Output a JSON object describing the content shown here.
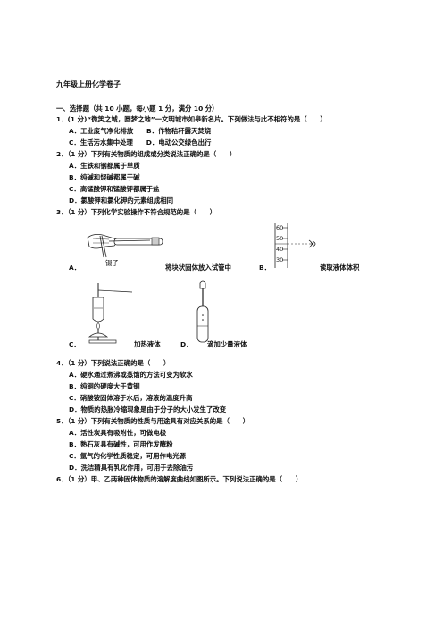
{
  "title": "九年级上册化学卷子",
  "section": "一、选择题（共 10 小题，每小题 1 分，满分 10 分）",
  "q1": {
    "stem": "1．(1 分)“微笑之城，圆梦之地”一文明城市如皋新名片。下列做法与此不相符的是（　　）",
    "opt_ab": "A．工业废气净化排放　　B．作物秸秆露天焚烧",
    "opt_cd": "C．生活污水集中处理　　D．电动公交绿色出行"
  },
  "q2": {
    "stem": "2．（1 分）下列有关物质的组成或分类说法正确的是（　　）",
    "a": "A．生铁和钢都属于单质",
    "b": "B．纯碱和烧碱都属于碱",
    "c": "C．高锰酸钾和锰酸钾都属于盐",
    "d": "D．氯酸钾和氯化钾的元素组成相同"
  },
  "q3": {
    "stem": "3．（1 分）下列化学实验操作不符合规范的是（　　）",
    "a_label": "A．",
    "tweezers": "镊子",
    "a_text": "将块状固体放入试管中",
    "b_label": "B．",
    "b_text": "读取液体体积",
    "cyl_ticks": [
      "60",
      "50",
      "40",
      "30"
    ],
    "c_label": "C．",
    "c_text": "加热液体",
    "d_label": "D．",
    "d_text": "滴加少量液体"
  },
  "q4": {
    "stem": "4．（1 分）下列说法正确的是（　　）",
    "a": "A．硬水通过煮沸或蒸馏的方法可变为软水",
    "b": "B．纯铜的硬度大于黄铜",
    "c": "C．硝酸铵固体溶于水后，溶液的温度升高",
    "d": "D．物质的热胀冷缩现象是由于分子的大小发生了改变"
  },
  "q5": {
    "stem": "5．（1 分）下列有关物质的性质与用途具有对应关系的是（　　）",
    "a": "A．活性炭具有吸附性，可做电极",
    "b": "B．熟石灰具有碱性，可用作发酵粉",
    "c": "C．氩气的化学性质稳定，可用作电光源",
    "d": "D．洗洁精具有乳化作用，可用于去除油污"
  },
  "q6": {
    "stem": "6．（1 分）甲、乙两种固体物质的溶解度曲线如图所示。下列说法正确的是（　　）"
  }
}
